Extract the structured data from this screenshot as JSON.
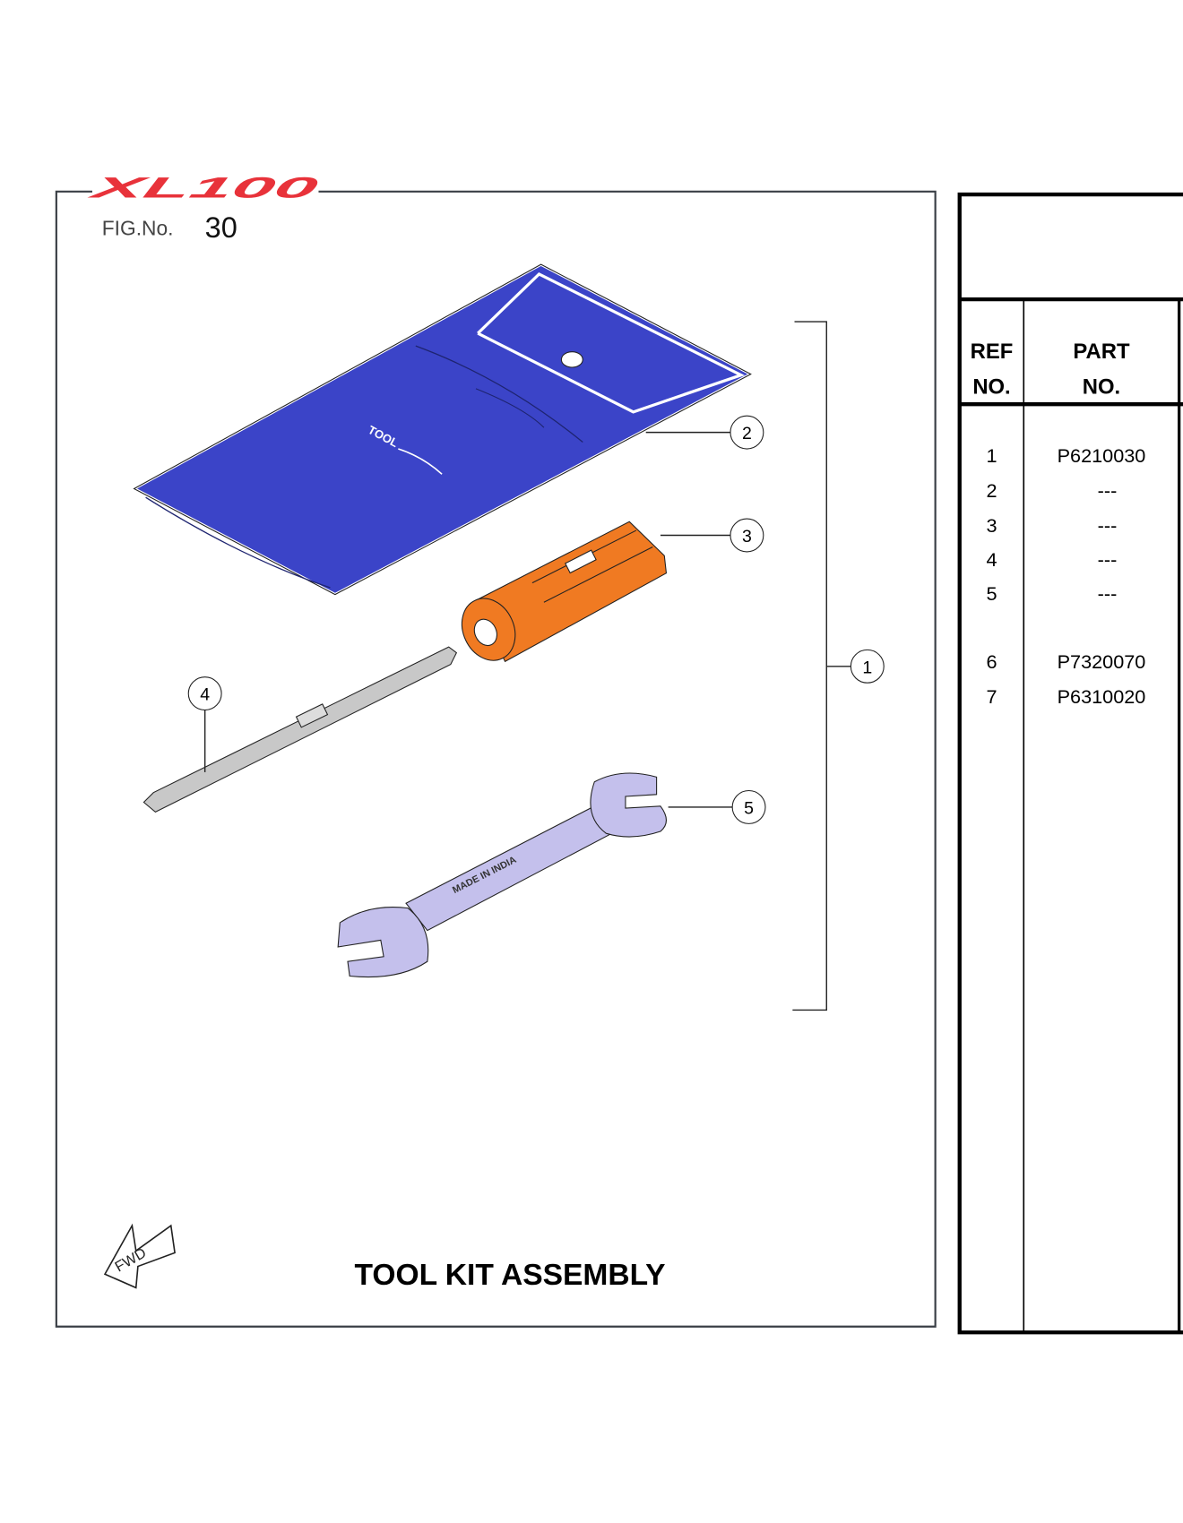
{
  "figure": {
    "logo_text": "XL100",
    "fig_label": "FIG.No.",
    "fig_number": "30",
    "title": "TOOL KIT ASSEMBLY",
    "fwd_label": "FWD",
    "pouch_print": "TOOL",
    "callouts": [
      "1",
      "2",
      "3",
      "4",
      "5"
    ],
    "colors": {
      "pouch": "#3b44c8",
      "screwdriver_handle": "#f07a22",
      "wrench": "#c4c0ec",
      "bit": "#c8c8c8",
      "logo": "#e8323a"
    }
  },
  "parts_table": {
    "headers": {
      "ref_line1": "REF",
      "ref_line2": "NO.",
      "part_line1": "PART",
      "part_line2": "NO."
    },
    "rows": [
      {
        "ref": "1",
        "part": "P6210030"
      },
      {
        "ref": "2",
        "part": "---"
      },
      {
        "ref": "3",
        "part": "---"
      },
      {
        "ref": "4",
        "part": "---"
      },
      {
        "ref": "5",
        "part": "---"
      },
      {
        "ref": "6",
        "part": "P7320070"
      },
      {
        "ref": "7",
        "part": "P6310020"
      }
    ]
  }
}
